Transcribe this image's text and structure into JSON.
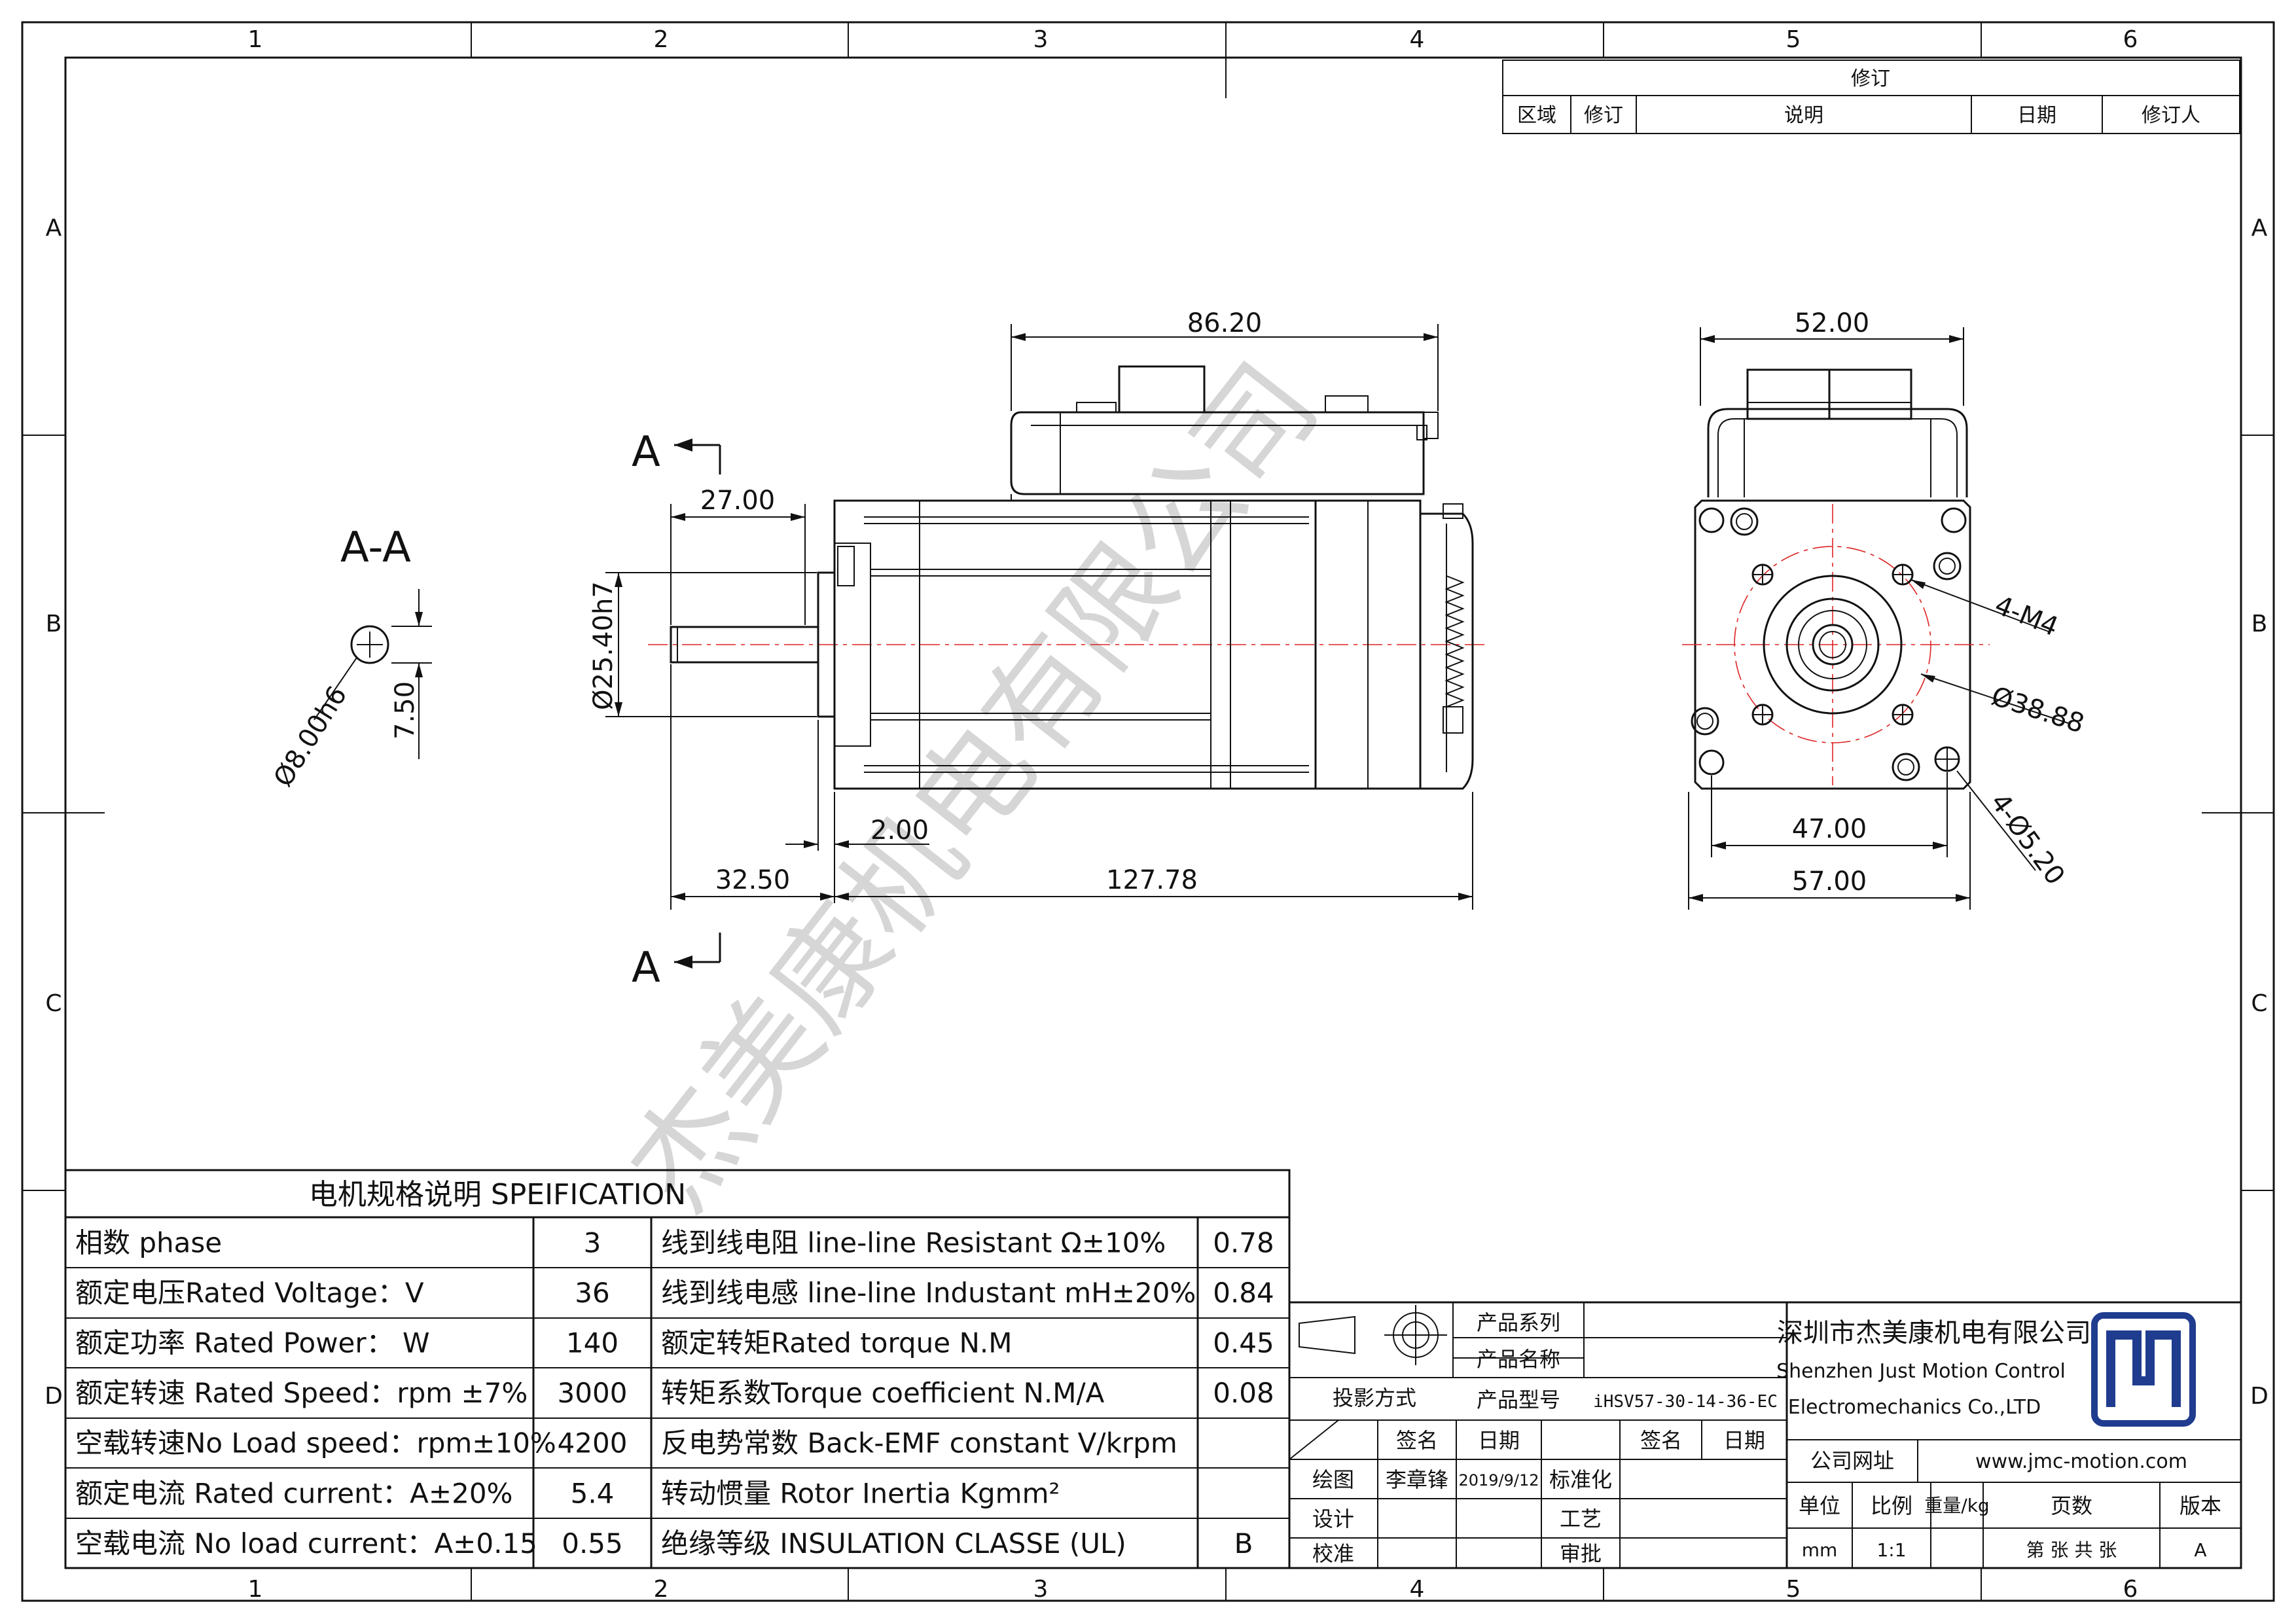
{
  "sheet": {
    "col_labels": [
      "1",
      "2",
      "3",
      "4",
      "5",
      "6"
    ],
    "row_labels": [
      "A",
      "B",
      "C",
      "D"
    ]
  },
  "revision": {
    "title": "修订",
    "headers": [
      "区域",
      "修订",
      "说明",
      "日期",
      "修订人"
    ]
  },
  "watermark": "杰美康机电有限公司",
  "views": {
    "section_title": "A-A",
    "section_marker": "A"
  },
  "dims": {
    "d_86_20": "86.20",
    "d_27_00": "27.00",
    "d_25_40": "Ø25.40h7",
    "d_2_00": "2.00",
    "d_32_50": "32.50",
    "d_127_78": "127.78",
    "d_8_00": "Ø8.00h6",
    "d_7_50": "7.50",
    "d_52_00": "52.00",
    "d_4_m4": "4-M4",
    "d_38_88": "Ø38.88",
    "d_4_5_20": "4-Ø5.20",
    "d_47_00": "47.00",
    "d_57_00": "57.00"
  },
  "spec": {
    "title": "电机规格说明 SPEIFICATION",
    "rows": [
      {
        "label": "相数 phase",
        "value": "3",
        "label2": "线到线电阻 line-line Resistant Ω±10%",
        "value2": "0.78"
      },
      {
        "label": "额定电压Rated Voltage：V",
        "value": "36",
        "label2": "线到线电感 line-line Industant mH±20%",
        "value2": "0.84"
      },
      {
        "label": "额定功率 Rated Power： W",
        "value": "140",
        "label2": "额定转矩Rated torque N.M",
        "value2": "0.45"
      },
      {
        "label": "额定转速 Rated Speed：rpm ±7%",
        "value": "3000",
        "label2": "转矩系数Torque coefficient N.M/A",
        "value2": "0.08"
      },
      {
        "label": "空载转速No Load speed：rpm±10%",
        "value": "4200",
        "label2": "反电势常数 Back-EMF constant V/krpm",
        "value2": ""
      },
      {
        "label": "额定电流 Rated current：A±20%",
        "value": "5.4",
        "label2": "转动惯量 Rotor Inertia Kgmm²",
        "value2": ""
      },
      {
        "label": "空载电流 No load current：A±0.15",
        "value": "0.55",
        "label2": "绝缘等级 INSULATION CLASSE (UL)",
        "value2": "B"
      }
    ]
  },
  "title_block": {
    "projection": "投影方式",
    "series_label": "产品系列",
    "name_label": "产品名称",
    "model_label": "产品型号",
    "model": "iHSV57-30-14-36-EC",
    "sign_label": "签名",
    "date_label": "日期",
    "sign_label_2": "签名",
    "date_label_2": "日期",
    "draw_label": "绘图",
    "drawer": "李章锋",
    "draw_date": "2019/9/12",
    "standard_label": "标准化",
    "design_label": "设计",
    "process_label": "工艺",
    "check_label": "校准",
    "approve_label": "审批",
    "company_cn": "深圳市杰美康机电有限公司",
    "company_en_1": "Shenzhen Just Motion Control",
    "company_en_2": "Electromechanics Co.,LTD",
    "web_label": "公司网址",
    "web": "www.jmc-motion.com",
    "unit_label": "单位",
    "unit": "mm",
    "scale_label": "比例",
    "scale": "1:1",
    "weight_label": "重量/kg",
    "pages_label": "页数",
    "pages": "第 张 共 张",
    "version_label": "版本",
    "version": "A"
  }
}
